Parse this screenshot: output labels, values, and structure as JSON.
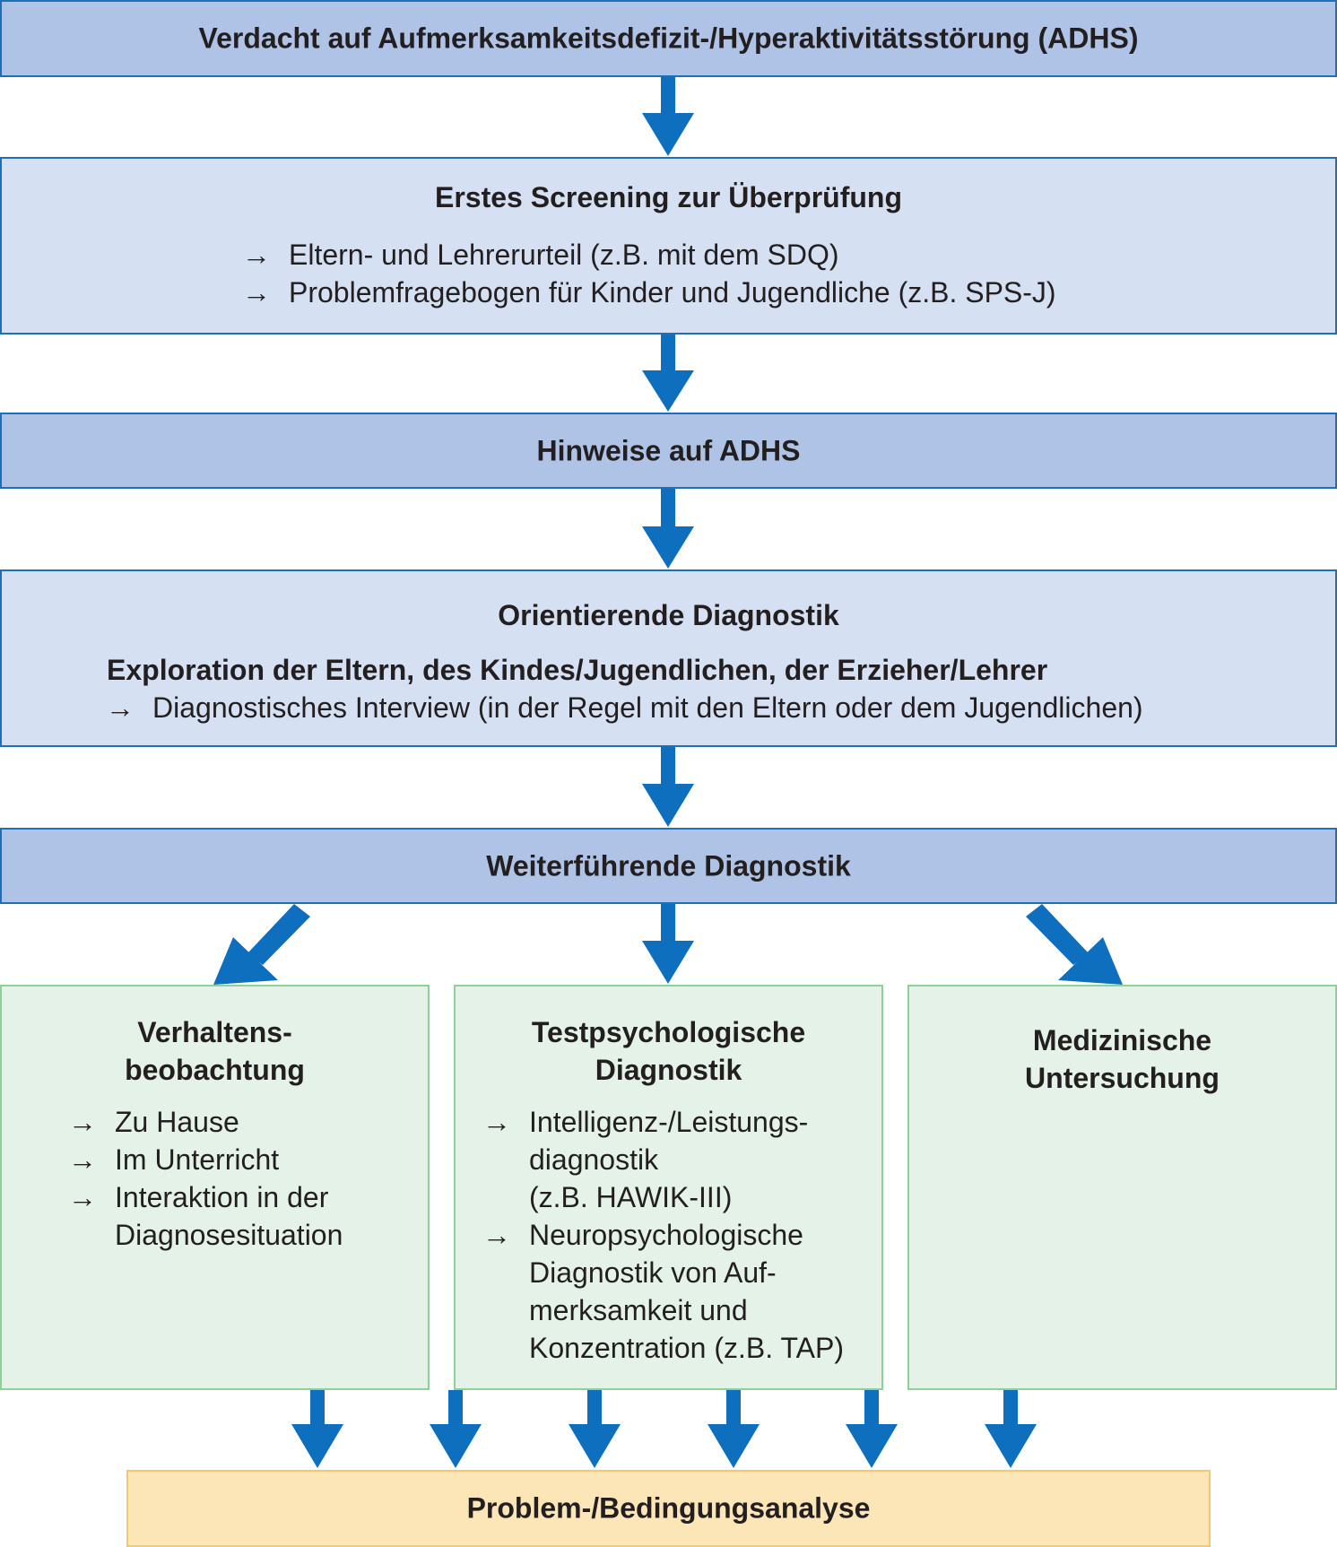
{
  "steps": {
    "suspicion": "Verdacht auf Aufmerksamkeitsdefizit-/Hyperaktivitätsstörung (ADHS)",
    "screening": {
      "title": "Erstes Screening zur Überprüfung",
      "items": [
        "Eltern- und Lehrerurteil (z.B. mit dem SDQ)",
        "Problemfragebogen für Kinder und Jugendliche (z.B. SPS-J)"
      ]
    },
    "indications": "Hinweise auf ADHS",
    "orienting": {
      "title": "Orientierende Diagnostik",
      "subtitle": "Exploration der Eltern, des Kindes/Jugendlichen, der Erzieher/Lehrer",
      "items": [
        "Diagnostisches Interview (in der Regel mit den Eltern oder dem Jugendlichen)"
      ]
    },
    "further": "Weiterführende Diagnostik",
    "behavior": {
      "title_lines": [
        "Verhaltens-",
        "beobachtung"
      ],
      "items": [
        [
          "Zu Hause"
        ],
        [
          "Im Unterricht"
        ],
        [
          "Interaktion in der",
          "Diagnosesituation"
        ]
      ]
    },
    "testpsych": {
      "title_lines": [
        "Testpsychologische",
        "Diagnostik"
      ],
      "items": [
        [
          "Intelligenz-/Leistungs-",
          "diagnostik",
          "(z.B. HAWIK-III)"
        ],
        [
          "Neuropsychologische",
          "Diagnostik von Auf-",
          "merksamkeit und",
          "Konzentration (z.B. TAP)"
        ]
      ]
    },
    "medical": {
      "title_lines": [
        "Medizinische",
        "Untersuchung"
      ]
    },
    "analysis": "Problem-/Bedingungsanalyse"
  },
  "arrow_symbol": "→",
  "colors": {
    "arrow": "#0f6fbf",
    "dark_box": "#afc3e6",
    "light_box": "#d5e0f2",
    "green_box": "#e5f2e7",
    "yellow_box": "#fce6b7"
  }
}
